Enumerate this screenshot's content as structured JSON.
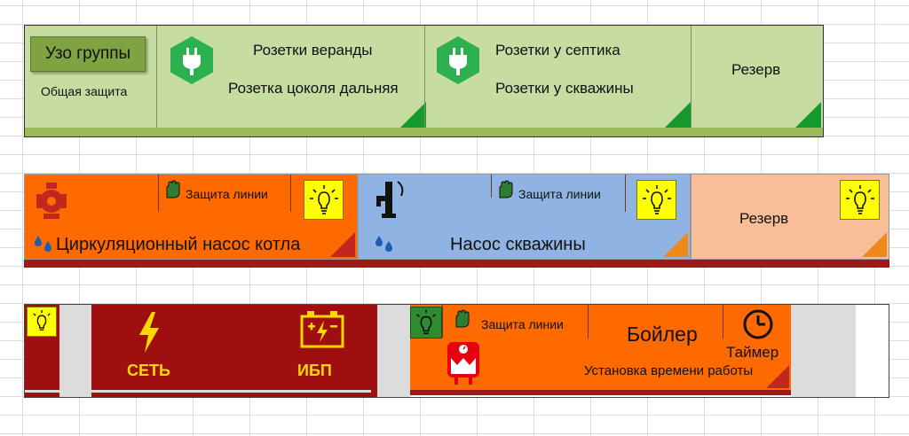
{
  "row1": {
    "uzo_button": "Узо группы",
    "uzo_caption": "Общая защита",
    "group1": {
      "line1": "Розетки веранды",
      "line2": "Розетка цоколя дальняя"
    },
    "group2": {
      "line1": "Розетки у септика",
      "line2": "Розетки у скважины"
    },
    "group3": {
      "label": "Резерв"
    }
  },
  "row2": {
    "panel1": {
      "protection": "Защита линии",
      "label": "Циркуляционный насос котла"
    },
    "panel2": {
      "protection": "Защита линии",
      "label": "Насос скважины"
    },
    "panel3": {
      "label": "Резерв"
    }
  },
  "row3": {
    "power": {
      "grid": "СЕТЬ",
      "ups": "ИБП"
    },
    "boiler": {
      "protection": "Защита линии",
      "title": "Бойлер",
      "timer": "Таймер",
      "schedule": "Установка времени работы"
    }
  },
  "colors": {
    "green_panel": "#c6dca0",
    "orange_panel": "#ff6a00",
    "blue_panel": "#8fb4e3",
    "peach_panel": "#f7be97",
    "dark_red": "#a00f0f",
    "badge_yellow": "#ffff00"
  },
  "icons": [
    "plug-icon",
    "lightbulb-icon",
    "pump-icon",
    "water-tap-icon",
    "water-drops-icon",
    "hand-icon",
    "lightning-icon",
    "battery-icon",
    "clock-icon",
    "boiler-icon"
  ]
}
